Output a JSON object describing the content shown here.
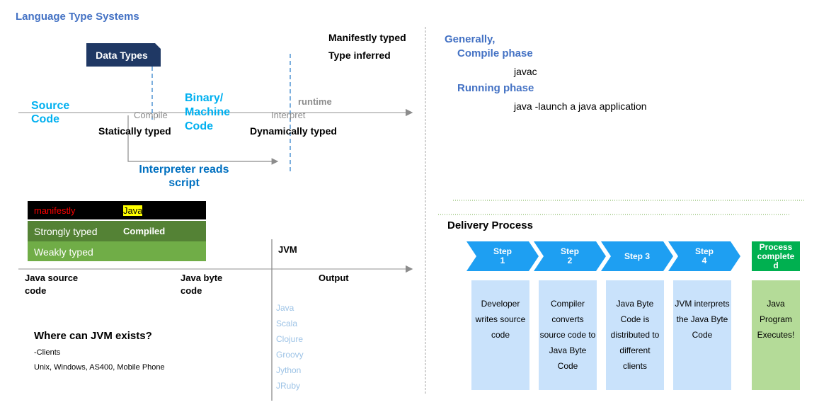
{
  "title": "Language Type Systems",
  "left_top": {
    "data_types": "Data Types",
    "manifestly_typed": "Manifestly typed",
    "type_inferred": "Type inferred",
    "source_code": "Source\nCode",
    "compile": "Compile",
    "binary_code": "Binary/\nMachine\nCode",
    "runtime": "runtime",
    "interpret": "Interpret",
    "statically_typed": "Statically typed",
    "dynamically_typed": "Dynamically typed",
    "interpreter_reads": "Interpreter reads\nscript"
  },
  "legend_rows": [
    {
      "label": "manifestly",
      "value": "Java",
      "bg": "#000000",
      "fg": "#ff0000",
      "value_bg": "#ffff00",
      "value_fg": "#000000"
    },
    {
      "label": "Strongly typed",
      "value": "Compiled",
      "bg": "#548235",
      "fg": "#ffffff",
      "value_fg": "#ffffff"
    },
    {
      "label": "Weakly typed",
      "value": "",
      "bg": "#70ad47",
      "fg": "#ffffff"
    }
  ],
  "jvm_section": {
    "jvm": "JVM",
    "java_source_code": "Java source\ncode",
    "java_byte_code": "Java byte\ncode",
    "output": "Output",
    "languages": [
      "Java",
      "Scala",
      "Clojure",
      "Groovy",
      "Jython",
      "JRuby"
    ],
    "where_heading": "Where can JVM exists?",
    "clients": "-Clients",
    "platforms": "Unix, Windows, AS400, Mobile Phone"
  },
  "right_top": {
    "generally": "Generally,",
    "compile_phase": "Compile phase",
    "javac": "javac",
    "running_phase": "Running phase",
    "java_launch": "java -launch a java application"
  },
  "delivery": {
    "heading": "Delivery Process",
    "steps": [
      {
        "label": "Step\n1",
        "desc": "Developer\nwrites source\ncode"
      },
      {
        "label": "Step\n2",
        "desc": "Compiler\nconverts\nsource code to\nJava Byte\nCode"
      },
      {
        "label": "Step 3",
        "desc": "Java Byte\nCode is\ndistributed to\ndifferent\nclients"
      },
      {
        "label": "Step\n4",
        "desc": "JVM interprets\nthe Java Byte\nCode"
      }
    ],
    "complete_label": "Process\ncomplete\nd",
    "complete_desc": "Java\nProgram\nExecutes!"
  },
  "colors": {
    "title_blue": "#4472c4",
    "cyan": "#00b0f0",
    "dark_blue_text": "#0070c0",
    "navy": "#1f3864",
    "step_blue": "#1e9ff2",
    "box_blue": "#c9e2fb",
    "complete_green": "#00b050",
    "complete_box": "#b4db98"
  }
}
